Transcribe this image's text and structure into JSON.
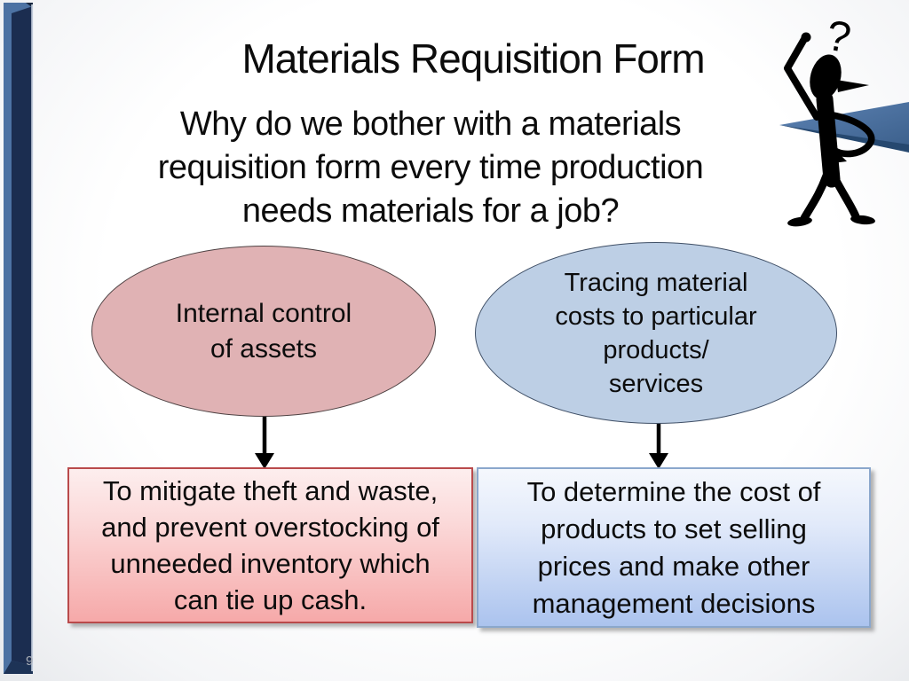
{
  "slide": {
    "page_number": "9",
    "title": "Materials Requisition Form",
    "question": "Why do we bother with a materials\nrequisition form every time production\nneeds materials for a job?",
    "question_mark": "?"
  },
  "diagram": {
    "cause_left": "Internal control\nof assets",
    "cause_right": "Tracing material\ncosts to particular\nproducts/\nservices",
    "effect_left": "To mitigate theft and waste,\nand prevent overstocking of\nunneeded inventory which\ncan tie up cash.",
    "effect_right": "To determine the cost of\nproducts to set selling\nprices and make other\nmanagement decisions"
  },
  "colors": {
    "ellipse_left_fill": "#e0b2b4",
    "ellipse_right_fill": "#bdcfe5",
    "box_left_border": "#b94a4b",
    "box_left_gradient_bottom": "#f6a9a9",
    "box_right_border": "#8ba7cc",
    "box_right_gradient_bottom": "#abc3ee",
    "sidebar_navy": "#1b2d50",
    "sidebar_blue": "#4c72a3",
    "pointer_triangle_blue": "#4a6f9e",
    "arrow_black": "#000000"
  }
}
